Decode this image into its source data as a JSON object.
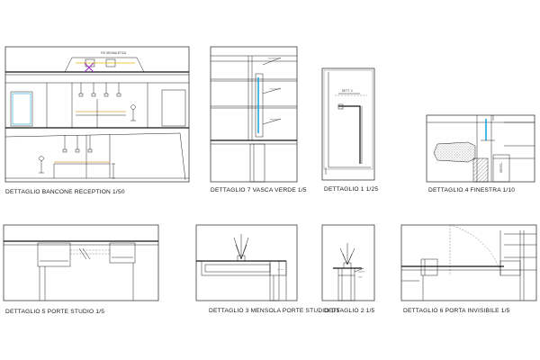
{
  "details": [
    {
      "id": "reception",
      "caption": "DETTAGLIO BANCONE RECEPTION 1/50",
      "tag": "FIX SEGNALETICA"
    },
    {
      "id": "vasca",
      "caption": "DETTAGLIO 7 VASCA VERDE 1/5"
    },
    {
      "id": "d1",
      "caption": "DETTAGLIO 1  1/25",
      "tag": "DETT. 3"
    },
    {
      "id": "finestra",
      "caption": "DETTAGLIO 4 FINESTRA 1/10",
      "tag": "VENTIL."
    },
    {
      "id": "porte-studio",
      "caption": "DETTAGLIO 5 PORTE STUDIO 1/5"
    },
    {
      "id": "mensola",
      "caption": "DETTAGLIO 3 MENSOLA PORTE STUDIO 1/5"
    },
    {
      "id": "d2",
      "caption": "DETTAGLIO 2   1/5"
    },
    {
      "id": "porta-invisibile",
      "caption": "DETTAGLIO 6 PORTA INVISIBILE 1/5"
    }
  ],
  "colors": {
    "line": "#222222",
    "water": "#1ea7e1",
    "accent": "#e6b800",
    "marker": "#9b30c8"
  }
}
